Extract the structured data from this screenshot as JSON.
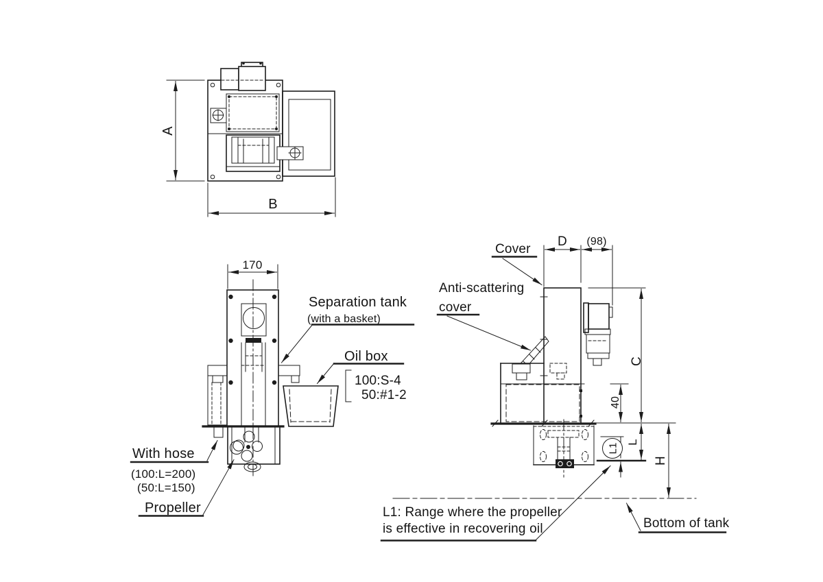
{
  "colors": {
    "ink": "#1d1d1d",
    "background": "#ffffff"
  },
  "labels": {
    "separation_tank": "Separation tank",
    "separation_tank_sub": "(with a basket)",
    "oil_box": "Oil box",
    "oil_box_spec_1": "100:S-4",
    "oil_box_spec_2": "50:#1-2",
    "with_hose": "With hose",
    "hose_spec_1": "(100:L=200)",
    "hose_spec_2": "(50:L=150)",
    "propeller": "Propeller",
    "cover": "Cover",
    "anti_scattering_line_1": "Anti-scattering",
    "anti_scattering_line_2": "cover",
    "l1_note_line_1": "L1: Range where the propeller",
    "l1_note_line_2": "is effective in recovering oil",
    "bottom_of_tank": "Bottom of tank"
  },
  "dimensions": {
    "a": "A",
    "b": "B",
    "front_width": "170",
    "d": "D",
    "d_98": "(98)",
    "c": "C",
    "depth_40": "40",
    "l": "L",
    "l1": "L1",
    "h": "H"
  }
}
